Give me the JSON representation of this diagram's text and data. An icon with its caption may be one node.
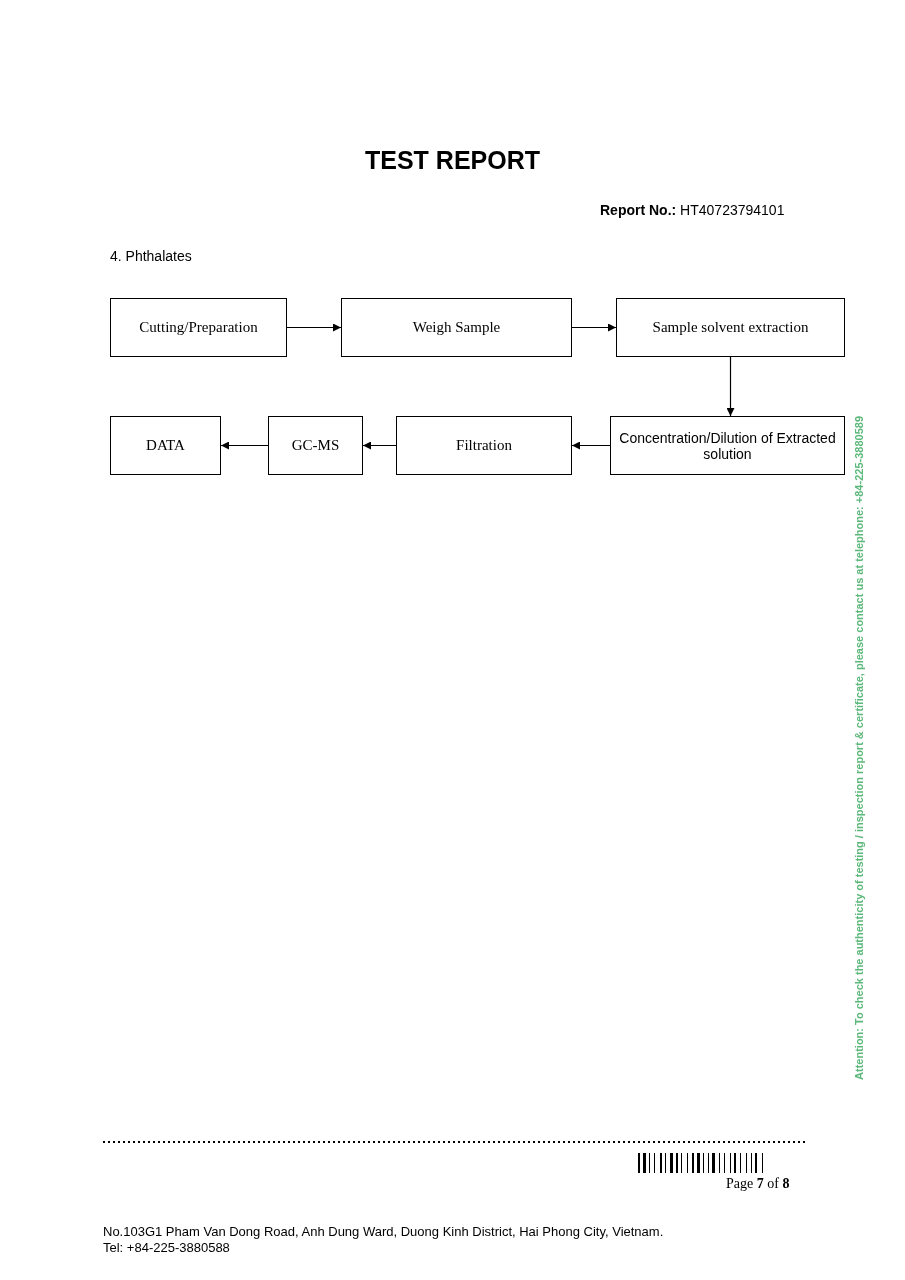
{
  "diagram": {
    "title": "TEST REPORT",
    "nodes": [
      {
        "text": [
          "Cutting/Preparation"
        ]
      },
      {
        "text": [
          "Weigh Sample"
        ]
      },
      {
        "text": [
          "Sample solvent extraction"
        ]
      },
      {
        "text": [
          "Concentration/Dilution of Extracted solution"
        ]
      },
      {
        "text": [
          "Filtration"
        ]
      },
      {
        "text": [
          "GC-MS"
        ]
      },
      {
        "text": [
          "DATA"
        ]
      }
    ],
    "edges": [
      {
        "from": 0,
        "to": 1,
        "arrow": "to"
      },
      {
        "from": 1,
        "to": 2,
        "arrow": "to"
      },
      {
        "from": 2,
        "to": 3,
        "arrow": "to"
      },
      {
        "from": 3,
        "to": 4,
        "arrow": "to"
      },
      {
        "from": 4,
        "to": 5,
        "arrow": "to"
      },
      {
        "from": 5,
        "to": 6,
        "arrow": "to"
      }
    ],
    "labels": [
      "**Report No.:** HT40723794101",
      "4. Phthalates",
      "Attention: To check the authenticity of testing / inspection report & certificate, please contact us at telephone: +84-225-3880589",
      "Page **7** of **8**",
      "No.103G1 Pham Van Dong Road, Anh Dung Ward, Duong Kinh District, Hai Phong City, Vietnam.",
      "Tel: +84-225-3880588"
    ]
  }
}
